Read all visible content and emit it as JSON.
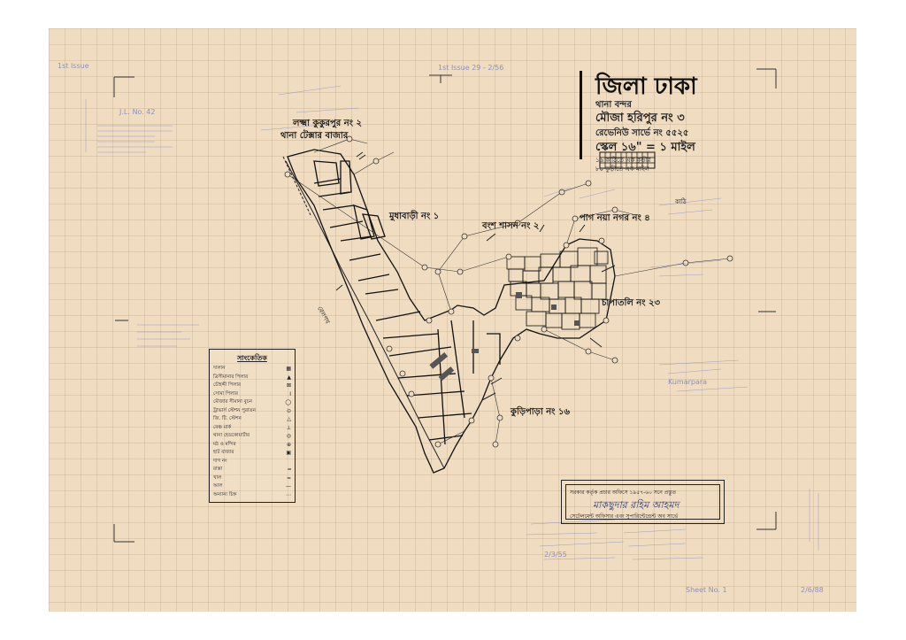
{
  "title_block": {
    "district": "জিলা ঢাকা",
    "thana": "থানা  বন্দর",
    "mouza": "মৌজা  হরিপুর নং ৩",
    "revenue_survey": "রেভেনিউ সার্ভে নং ৫৫২৫",
    "scale": "স্কেল ১৬\" = ১ মাইল",
    "scale_note_1": "১৬ কাঠিতে এক কুড়ীর",
    "scale_note_2": "৮০ কুড়ীতে এক মাইল",
    "scale_bar_label": "কাঠি"
  },
  "labels": {
    "north_mouza_1": "লক্ষ্মা কুকুরপুর নং ২",
    "north_mouza_2": "থানা টেক্সার বাজার",
    "mouza_west": "মুধাবাড়ী নং ১",
    "mouza_center": "বংশ শাসন নং ২",
    "mouza_ne": "পাগ নয়া নগর নং ৪",
    "mouza_east": "চাপাতলি নং ২৩",
    "mouza_south": "কুড়িপাড়া নং ১৬",
    "railway": "রেলপথ"
  },
  "legend": {
    "title": "সাংকেতিক",
    "rows": [
      {
        "label": "দালান",
        "symbol": "▦"
      },
      {
        "label": "ত্রিসীমানার পিলার",
        "symbol": "▲"
      },
      {
        "label": "চৌহদ্দী পিলার",
        "symbol": "⊠"
      },
      {
        "label": "সোমা পিলার",
        "symbol": "I"
      },
      {
        "label": "মৌজার সীমানা বুচন",
        "symbol": "◯"
      },
      {
        "label": "ট্রাভার্স স্টেশন পুরাতন",
        "symbol": "⊙"
      },
      {
        "label": "জি. টি. স্টেশন",
        "symbol": "△"
      },
      {
        "label": "বেঞ্চ মার্ক",
        "symbol": "⊥"
      },
      {
        "label": "থানা হেডকোয়ার্টার",
        "symbol": "◎"
      },
      {
        "label": "মঠ ও মন্দির",
        "symbol": "⊕"
      },
      {
        "label": "হাট বাজার",
        "symbol": "▣"
      },
      {
        "label": "দাগ নং",
        "symbol": ""
      },
      {
        "label": "রাস্তা",
        "symbol": "═"
      },
      {
        "label": "খাল",
        "symbol": "≈"
      },
      {
        "label": "আল",
        "symbol": "—"
      },
      {
        "label": "অন্যান্য চিহ্ন",
        "symbol": "⋯"
      }
    ]
  },
  "certificate": {
    "top_text": "সরকার কর্তৃক প্রচার অফিসে ১৯৫৭-৬০ সনে প্রস্তুত",
    "signature": "মাকছুদার রহিম আহমদ",
    "bottom_text": "সেটেলমেন্ট অফিসার এবং সুপারিন্টেন্ডেন্ট অব সার্ভে"
  },
  "pencil_notes": {
    "n1": "1st Issue",
    "n2": "1st Issue 29 - 2/56",
    "n3": "J.L. No. 42",
    "n4": "Kumarpara",
    "n5": "2/3/55",
    "n6": "Sheet No. 1",
    "n7": "2/6/88"
  },
  "colors": {
    "paper": "#efdcc1",
    "ink": "#1a1a1a",
    "pencil": "#6f78b8"
  }
}
